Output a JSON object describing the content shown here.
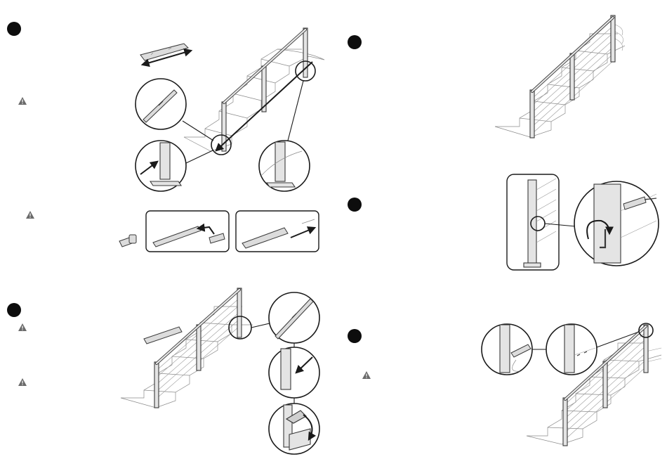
{
  "steps": [
    {
      "id": "step-1",
      "marker": "●",
      "warnings": 2
    },
    {
      "id": "step-2",
      "marker": "●",
      "warnings": 2
    },
    {
      "id": "step-3",
      "marker": "●",
      "warnings": 0
    },
    {
      "id": "step-4",
      "marker": "●",
      "warnings": 0
    },
    {
      "id": "step-5",
      "marker": "●",
      "warnings": 1
    }
  ],
  "icons": {
    "step_marker": "step-marker-icon",
    "warning": "warning-triangle-icon",
    "zoom": "detail-magnifier-circle",
    "arrow": "direction-arrow-icon"
  },
  "colors": {
    "line": "#3a3a3a",
    "post_fill": "#e4e4e4",
    "marker": "#0d0d0d",
    "warning": "#6a6a6a"
  }
}
